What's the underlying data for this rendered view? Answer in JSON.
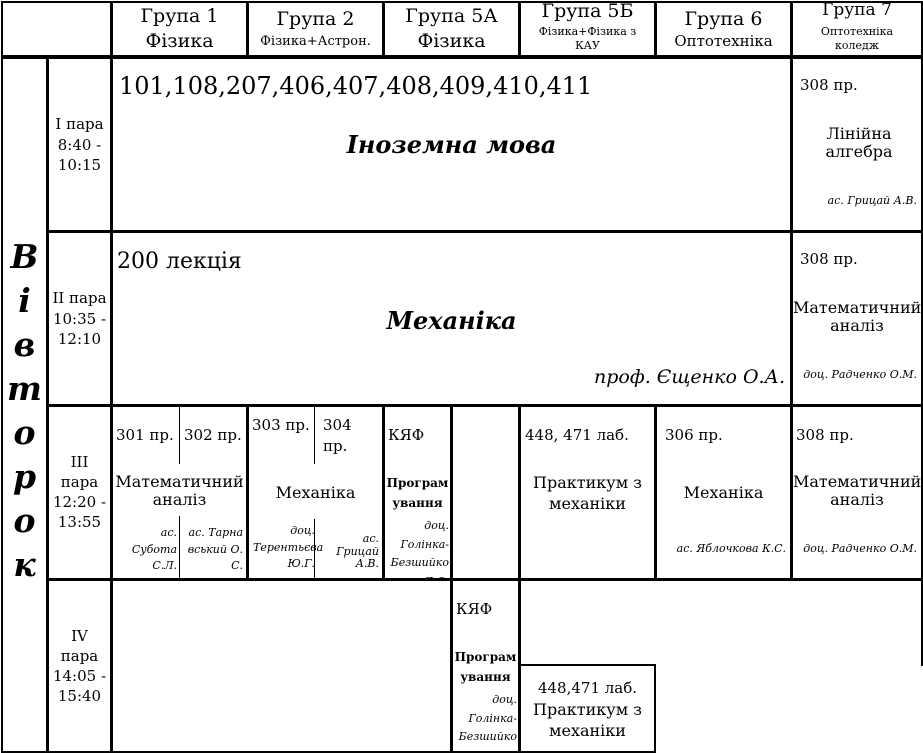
{
  "header": {
    "groups": [
      {
        "name": "Група 1",
        "spec": "Фізика"
      },
      {
        "name": "Група 2",
        "spec": "Фізика+Астрон."
      },
      {
        "name": "Група 5А",
        "spec": "Фізика"
      },
      {
        "name": "Група 5Б",
        "spec": "Фізика+Фізика з КАУ"
      },
      {
        "name": "Група 6",
        "spec": "Оптотехніка"
      },
      {
        "name": "Група 7",
        "spec": "Оптотехніка коледж"
      }
    ]
  },
  "day": {
    "letters": [
      "В",
      "і",
      "в",
      "т",
      "о",
      "р",
      "о",
      "к"
    ]
  },
  "pairs": [
    {
      "num": "I пара",
      "time": "8:40 - 10:15"
    },
    {
      "num": "II пара",
      "time": "10:35 - 12:10"
    },
    {
      "num": "III пара",
      "time": "12:20 - 13:55"
    },
    {
      "num": "IV пара",
      "time": "14:05 - 15:40"
    }
  ],
  "pair1": {
    "common": {
      "rooms": "101,108,207,406,407,408,409,410,411",
      "subject": "Іноземна мова"
    },
    "g7": {
      "room": "308 пр.",
      "subject": "Лінійна алгебра",
      "teacher": "ас. Грицай А.В."
    }
  },
  "pair2": {
    "common": {
      "room": "200 лекція",
      "subject": "Механіка",
      "teacher": "проф. Єщенко О.А."
    },
    "g7": {
      "room": "308 пр.",
      "subject": "Математичний аналіз",
      "teacher": "доц. Радченко О.М."
    }
  },
  "pair3": {
    "g1": {
      "room_a": "301 пр.",
      "room_b": "302 пр.",
      "subject": "Математичний аналіз",
      "teacher_a": "ас. Субота С.Л.",
      "teacher_b": "ас. Тарнавський О.С."
    },
    "g2": {
      "room_a": "303 пр.",
      "room_b": "304 пр.",
      "subject": "Механіка",
      "teacher_a": "доц. Терентьєва Ю.Г.",
      "teacher_b": "ас. Грицай А.В."
    },
    "g5a": {
      "room": "КЯФ",
      "subject": "Програмування",
      "teacher": "доц. Голінка-Безшийко Л.О."
    },
    "g5b": {
      "room": "448, 471 лаб.",
      "subject": "Практикум з механіки"
    },
    "g6": {
      "room": "306 пр.",
      "subject": "Механіка",
      "teacher": "ас. Яблочкова К.С."
    },
    "g7": {
      "room": "308 пр.",
      "subject": "Математичний аналіз",
      "teacher": "доц. Радченко О.М."
    }
  },
  "pair4": {
    "g5a": {
      "room": "КЯФ",
      "subject": "Програмування",
      "teacher": "доц. Голінка-Безшийко Л.О."
    },
    "g5b": {
      "room": "448,471 лаб.",
      "subject": "Практикум з механіки"
    }
  }
}
